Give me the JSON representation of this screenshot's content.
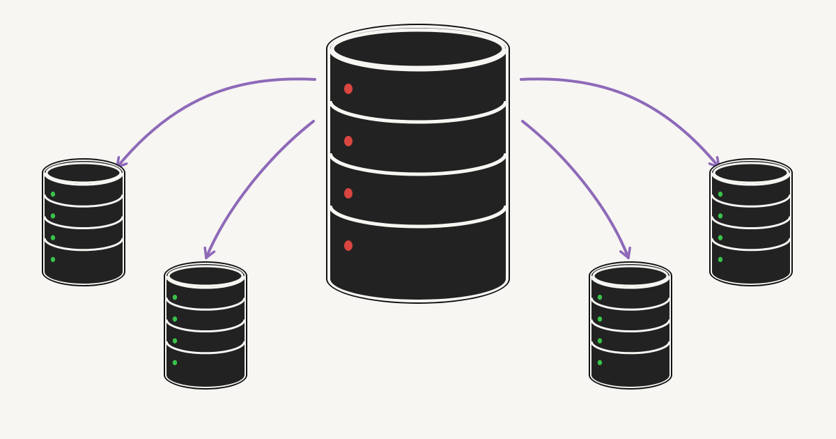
{
  "colors": {
    "background": "#f7f6f3",
    "cylinder_fill": "#222222",
    "cylinder_outer": "#111111",
    "cylinder_line": "#f7f6f3",
    "arrow": "#8e69b8",
    "primary_indicator": "#d9453f",
    "replica_indicator": "#39c24a"
  },
  "nodes": [
    {
      "id": "primary-database",
      "role": "primary",
      "disks": 4,
      "indicator": "red-dot"
    },
    {
      "id": "replica-1",
      "role": "replica",
      "disks": 4,
      "indicator": "green-dot"
    },
    {
      "id": "replica-2",
      "role": "replica",
      "disks": 4,
      "indicator": "green-dot"
    },
    {
      "id": "replica-3",
      "role": "replica",
      "disks": 4,
      "indicator": "green-dot"
    },
    {
      "id": "replica-4",
      "role": "replica",
      "disks": 4,
      "indicator": "green-dot"
    }
  ],
  "edges": [
    {
      "from": "primary-database",
      "to": "replica-1"
    },
    {
      "from": "primary-database",
      "to": "replica-2"
    },
    {
      "from": "primary-database",
      "to": "replica-3"
    },
    {
      "from": "primary-database",
      "to": "replica-4"
    }
  ],
  "icons": {
    "database": "database-icon",
    "arrow": "arrow-right-icon"
  }
}
